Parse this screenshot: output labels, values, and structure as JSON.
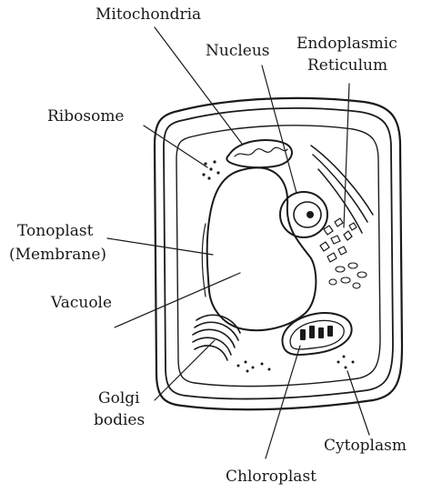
{
  "labels": {
    "mitochondria": "Mitochondria",
    "nucleus": "Nucleus",
    "er_line1": "Endoplasmic",
    "er_line2": "Reticulum",
    "ribosome": "Ribosome",
    "tonoplast_line1": "Tonoplast",
    "tonoplast_line2": "(Membrane)",
    "vacuole": "Vacuole",
    "golgi_line1": "Golgi",
    "golgi_line2": "bodies",
    "cytoplasm": "Cytoplasm",
    "chloroplast": "Chloroplast"
  }
}
